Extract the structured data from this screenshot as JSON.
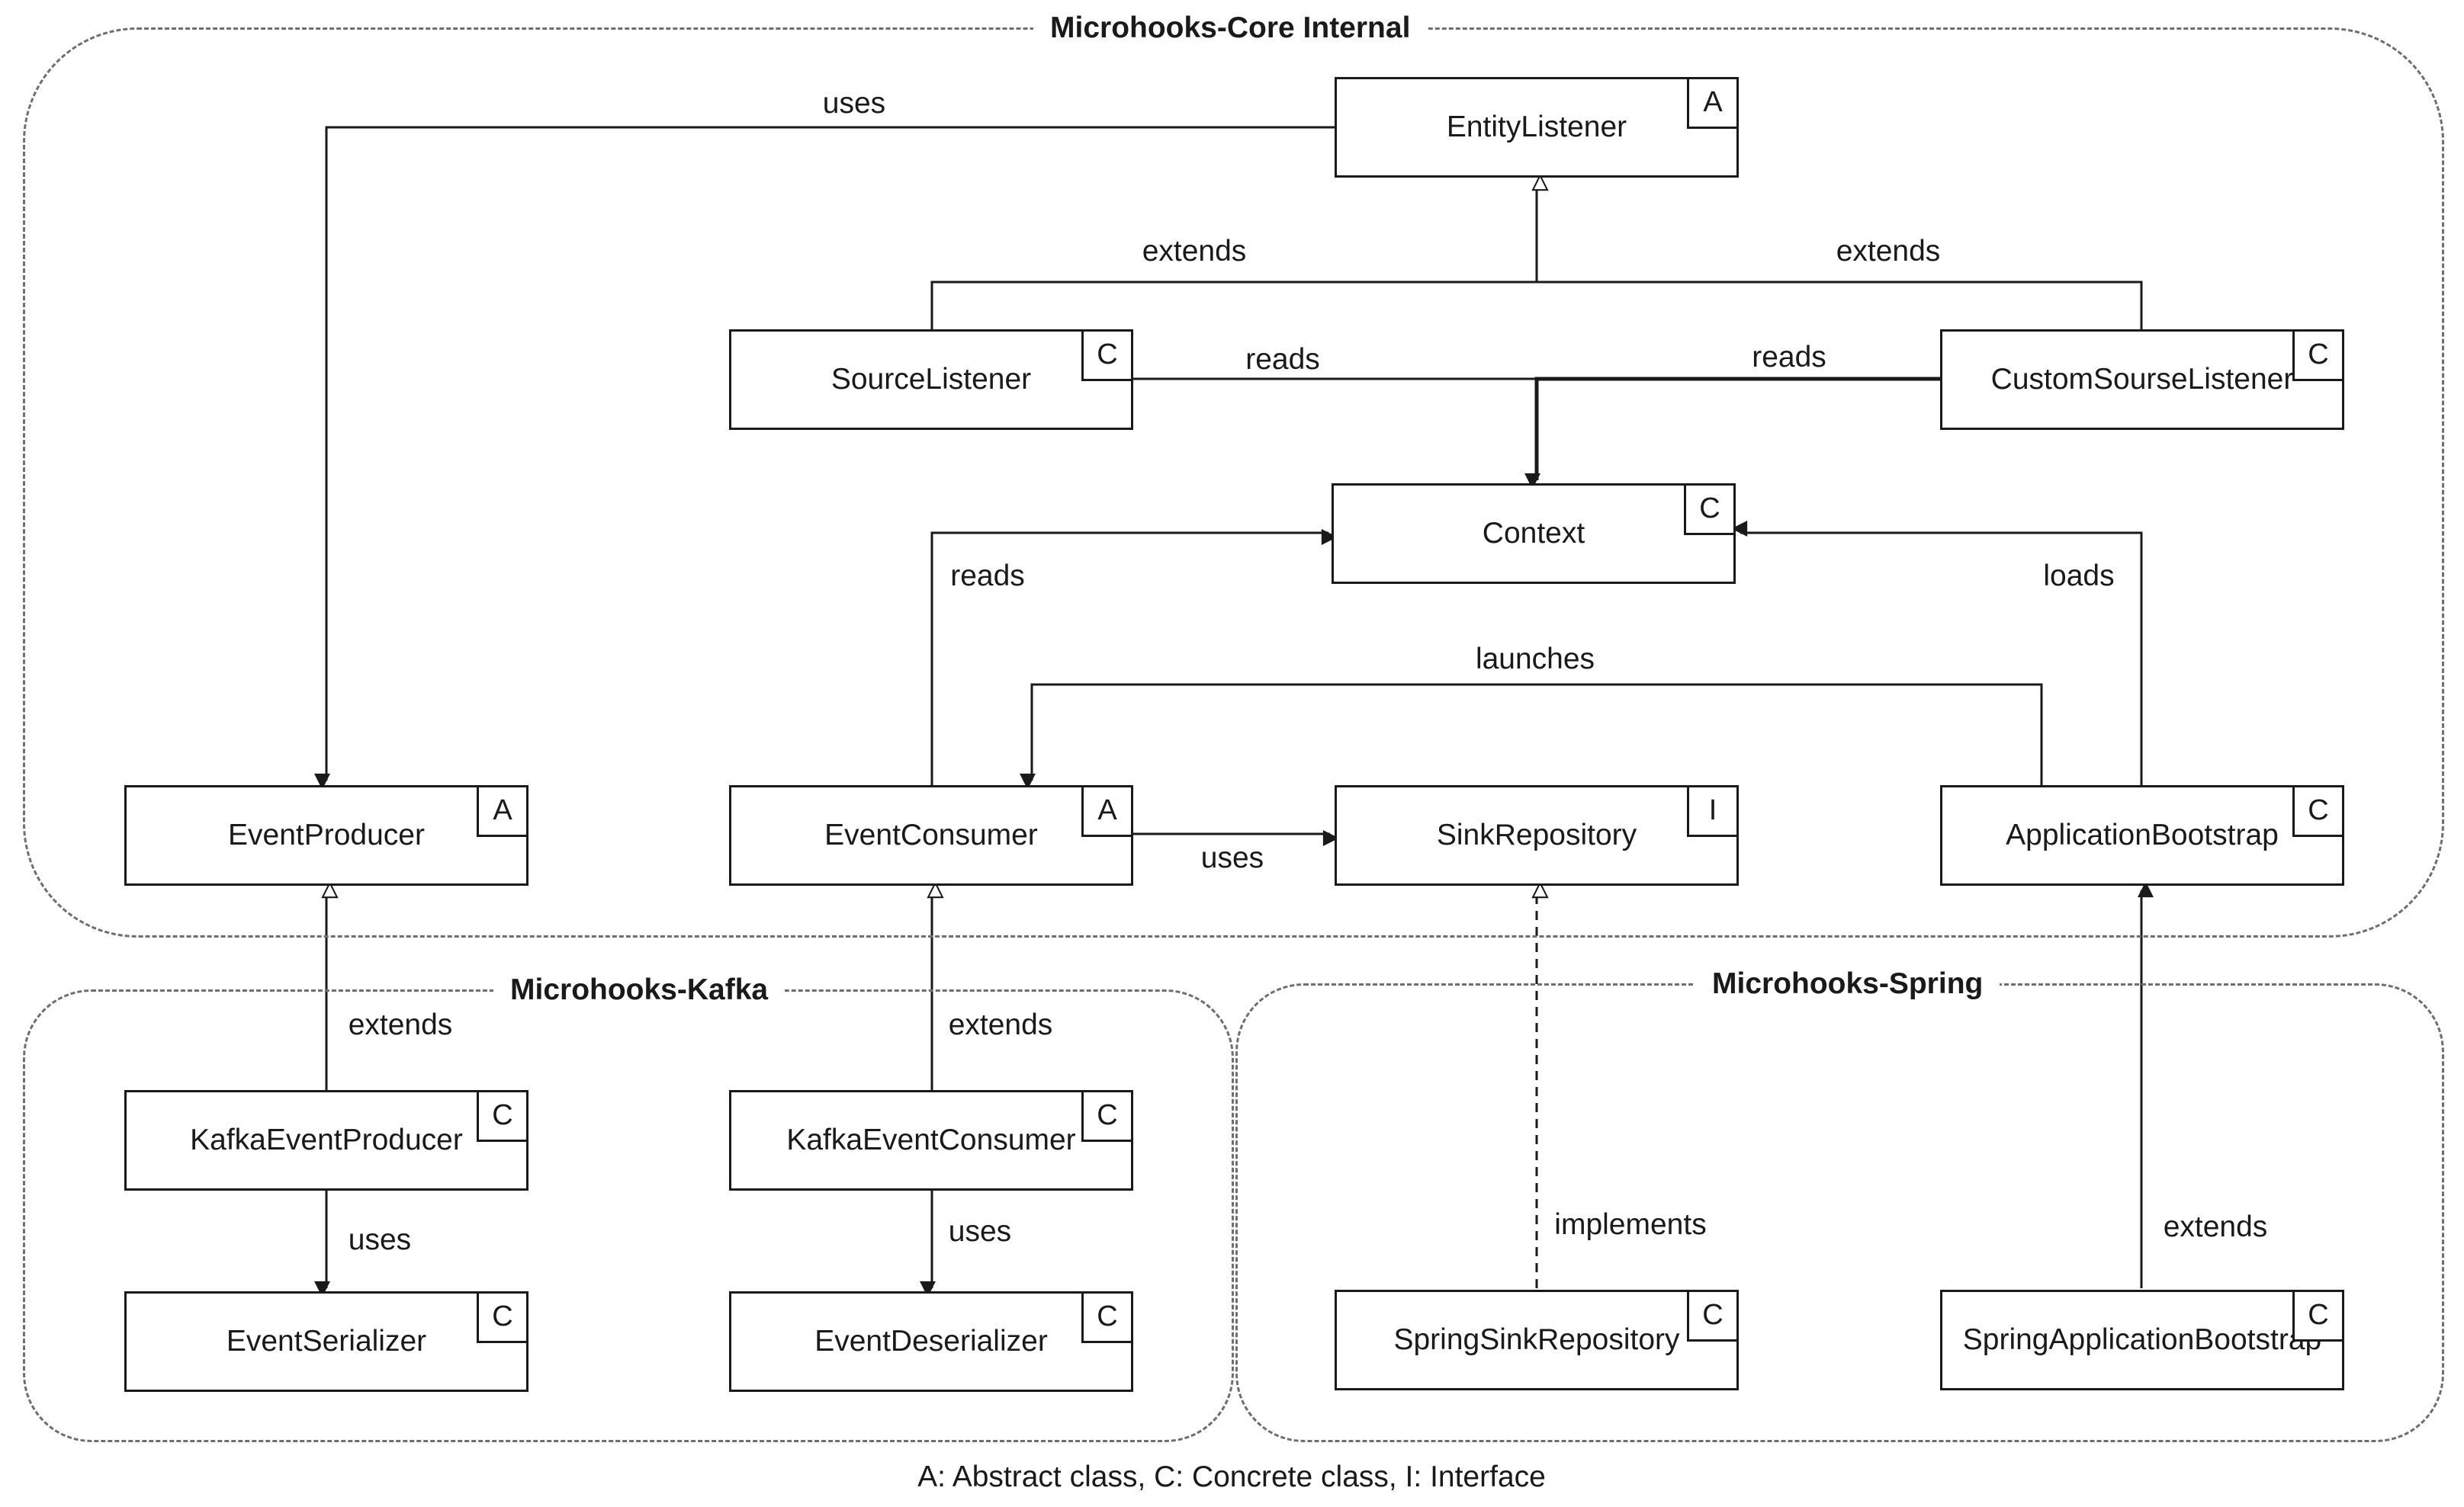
{
  "groups": {
    "core": "Microhooks-Core Internal",
    "kafka": "Microhooks-Kafka",
    "spring": "Microhooks-Spring"
  },
  "classes": {
    "entity_listener": {
      "name": "EntityListener",
      "kind": "A"
    },
    "source_listener": {
      "name": "SourceListener",
      "kind": "C"
    },
    "custom_source_listener": {
      "name": "CustomSourseListener",
      "kind": "C"
    },
    "context": {
      "name": "Context",
      "kind": "C"
    },
    "event_producer": {
      "name": "EventProducer",
      "kind": "A"
    },
    "event_consumer": {
      "name": "EventConsumer",
      "kind": "A"
    },
    "sink_repository": {
      "name": "SinkRepository",
      "kind": "I"
    },
    "application_bootstrap": {
      "name": "ApplicationBootstrap",
      "kind": "C"
    },
    "kafka_event_producer": {
      "name": "KafkaEventProducer",
      "kind": "C"
    },
    "kafka_event_consumer": {
      "name": "KafkaEventConsumer",
      "kind": "C"
    },
    "event_serializer": {
      "name": "EventSerializer",
      "kind": "C"
    },
    "event_deserializer": {
      "name": "EventDeserializer",
      "kind": "C"
    },
    "spring_sink_repository": {
      "name": "SpringSinkRepository",
      "kind": "C"
    },
    "spring_application_bootstrap": {
      "name": "SpringApplicationBootstrap",
      "kind": "C"
    }
  },
  "edges": {
    "entity_uses_producer": "uses",
    "source_extends_entity": "extends",
    "custom_extends_entity": "extends",
    "source_reads_context": "reads",
    "custom_reads_context": "reads",
    "consumer_reads_context": "reads",
    "bootstrap_loads_context": "loads",
    "bootstrap_launches_consumer": "launches",
    "consumer_uses_sink": "uses",
    "kafka_producer_extends": "extends",
    "kafka_consumer_extends": "extends",
    "kafka_producer_uses_serializer": "uses",
    "kafka_consumer_uses_deserializer": "uses",
    "spring_sink_implements": "implements",
    "spring_bootstrap_extends": "extends"
  },
  "legend": "A: Abstract class, C: Concrete class, I: Interface",
  "colors": {
    "line": "#1a1a1a",
    "group_border": "#6f6f6f",
    "background": "#ffffff"
  }
}
